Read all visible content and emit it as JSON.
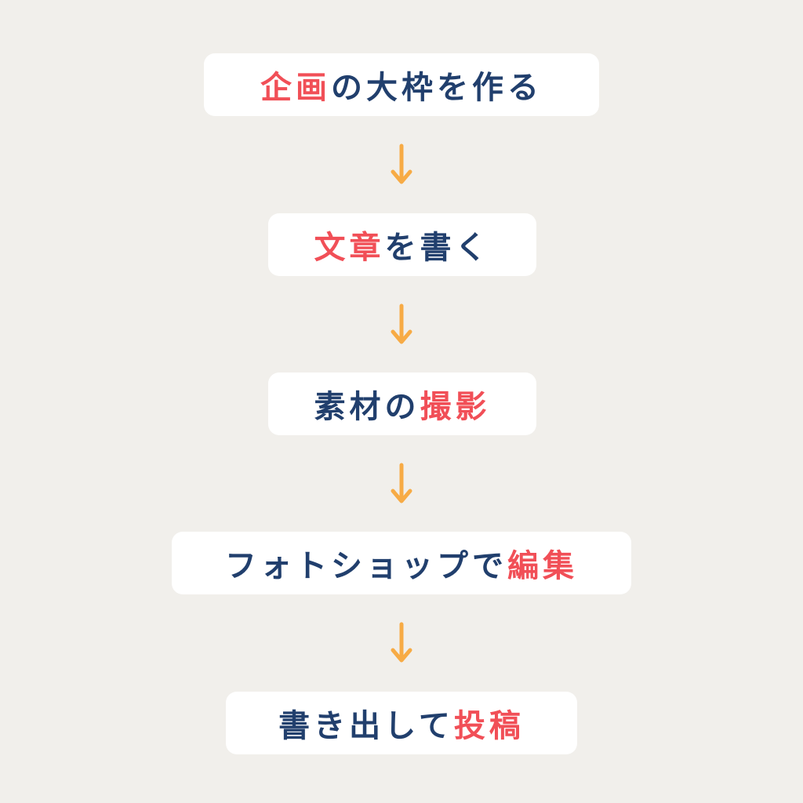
{
  "colors": {
    "background": "#f1efeb",
    "box": "#ffffff",
    "text": "#213f6d",
    "highlight": "#f14f57",
    "arrow": "#f7ab45"
  },
  "steps": [
    {
      "highlight": "企画",
      "after": "の大枠を作る"
    },
    {
      "highlight": "文章",
      "after": "を書く"
    },
    {
      "before": "素材の",
      "highlight": "撮影"
    },
    {
      "before": "フォトショップで",
      "highlight": "編集"
    },
    {
      "before": "書き出して",
      "highlight": "投稿"
    }
  ],
  "arrow_icon": "down-arrow-icon"
}
